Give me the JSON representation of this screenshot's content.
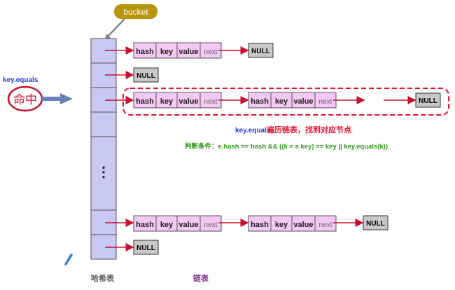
{
  "bucket_label": "bucket",
  "node_fields": {
    "hash": "hash",
    "key": "key",
    "value": "value",
    "next": "next"
  },
  "null_label": "NULL",
  "hit_label": "命中",
  "ellipsis": "⋮",
  "annotation_left": "key.equals",
  "annotation_red": "遍历链表，找到对应节点",
  "annotation_green": "判断条件：e.hash == hash && ((k = e.key) == key || key.equals(k))",
  "caption_array": "哈希表",
  "caption_list": "链表",
  "colors": {
    "bucket_fill": "#c8c8f4",
    "node_fill": "#f4c8f4",
    "null_fill": "#c8c8c8",
    "arrow": "#c8102e",
    "badge": "#b8960c",
    "highlight": "#e8102e",
    "blue_text": "#1f3fe0",
    "green_text": "#2e9a1a",
    "purple_text": "#7a2c8c"
  }
}
